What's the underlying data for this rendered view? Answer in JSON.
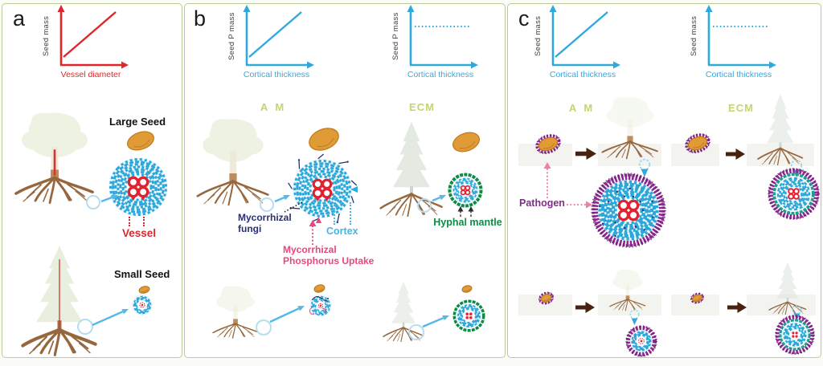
{
  "panels": {
    "a": {
      "label": "a",
      "chart": {
        "type": "line",
        "ylabel": "Seed mass",
        "xlabel": "Vessel diameter",
        "trend": "increasing",
        "line_color": "#e0262b"
      },
      "large_seed_label": "Large Seed",
      "vessel_label": "Vessel",
      "small_seed_label": "Small Seed"
    },
    "b": {
      "label": "b",
      "chart_am": {
        "type": "line",
        "ylabel": "Seed P mass",
        "xlabel": "Cortical thickness",
        "trend": "increasing",
        "line_color": "#2fa9dc"
      },
      "chart_ecm": {
        "type": "line",
        "ylabel": "Seed P mass",
        "xlabel": "Cortical thickness",
        "trend": "flat-dashed",
        "line_color": "#2fa9dc"
      },
      "am_label": "A M",
      "ecm_label": "ECM",
      "mycorrhizal_fungi_label": "Mycorrhizal fungi",
      "cortex_label": "Cortex",
      "phosphorus_label": "Mycorrhizal Phosphorus Uptake",
      "hyphal_mantle_label": "Hyphal mantle"
    },
    "c": {
      "label": "c",
      "chart_am": {
        "type": "line",
        "ylabel": "Seed mass",
        "xlabel": "Cortical thickness",
        "trend": "increasing",
        "line_color": "#2fa9dc"
      },
      "chart_ecm": {
        "type": "line",
        "ylabel": "Seed mass",
        "xlabel": "Cortical thickness",
        "trend": "flat-dashed",
        "line_color": "#2fa9dc"
      },
      "am_label": "A M",
      "ecm_label": "ECM",
      "pathogen_label": "Pathogen"
    }
  },
  "colors": {
    "panel_border": "#b9cc96",
    "red": "#e0262b",
    "chart_blue": "#2fa9dc",
    "am_ecm_green": "#c7d36e",
    "fungi_navy": "#283070",
    "phosphorus_pink": "#e8467c",
    "mantle_green": "#0e8c46",
    "pathogen_purple": "#8d2790",
    "pathogen_text": "#7c2f86",
    "seed_orange": "#e09a36",
    "cortex_blue": "#41b6e8"
  }
}
